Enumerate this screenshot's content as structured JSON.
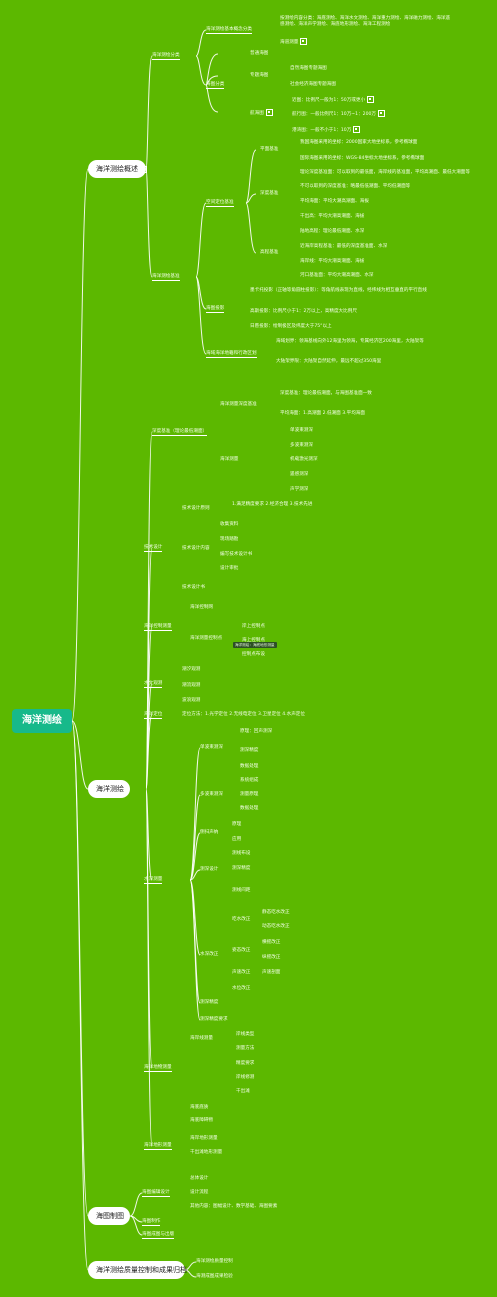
{
  "root": "海洋测绘",
  "branches": {
    "b1": "海洋测绘概述",
    "b2": "海洋测绘",
    "b3": "海图制图",
    "b4": "海洋测绘质量控制和成果归档"
  },
  "labels": {
    "n1": "海洋测绘分类",
    "n1a": "海洋测绘基本概念分类",
    "n1a1": "按测绘内容分类：海底测绘、海洋水文测绘、海洋重力测绘、海洋磁力测绘、海洋遥感测绘、海洋声学测绘、海底地形测绘、海洋工程测绘",
    "n1a2": "海道测量",
    "n1b": "海图分类",
    "n1b1": "普通海图",
    "n1b2": "专题海图",
    "n1b2a": "自然海图专题海图",
    "n1b2b": "社会经济海图专题海图",
    "n1b3": "航海图",
    "n1b3a": "近图：比例尺一般为1：50万或更小",
    "n1b3b": "航行图：一般比例尺1：10万~1：200万",
    "n1b3c": "港湾图：一般不小于1：10万",
    "n2": "海洋测绘基准",
    "n2a": "空间定位基准",
    "n2a1": "平面基准",
    "n2a1a": "我国海图采用的坐标：2000国家大地坐标系，参考椭球面",
    "n2a1b": "国际海图采用的坐标：WGS-84坐标大地坐标系，参考椭球面",
    "n2a2": "深度基准",
    "n2a2a": "理论深度基准面：可以取到的最低面，海岸线的基准面，平均高潮面、最低大潮面等",
    "n2a2b": "不可以取到的深度基准：略最低低潮面、平均低潮面等",
    "n2a2c": "平均海面：平均大潮高潮面、海拔",
    "n2a2d": "干出高：平均大潮高潮面、海拔",
    "n2a3": "高程基准",
    "n2a3a": "陆地高程：理论最低潮面、水深",
    "n2a3b": "近海岸高程基准：最低的深度基准面、水深",
    "n2a3c": "海岸线：平均大潮高潮面、海拔",
    "n2a3d": "河口基准面：平均大潮高潮面、水深",
    "n2b": "海图投影",
    "n2b1": "墨卡托投影（正轴等角圆柱投影）：等角航线表现为直线，经纬线为相互垂直的平行直线",
    "n2b2": "高斯投影：比例尺小于1：2万以上，高精度大比例尺",
    "n2b3": "日晷投影：绘制极区及纬度大于75°以上",
    "n2c": "海域海洋地籍和行政区划",
    "n2c1": "海域划界：领海基线向外12海里为领海，专属经济区200海里，大陆架等",
    "n2c2": "大陆架界限：大陆架自然延伸，最远不超过350海里",
    "n3": "深度基准（理论最低潮面）",
    "n3a": "海洋测量深度基准",
    "n3a1": "深度基准：理论最低潮面，与海图基准面一致",
    "n3a2": "平均海面：1.高潮面 2.低潮面 3.平均海面",
    "n3b": "海洋测量",
    "n3b1": "单波束测深",
    "n3b2": "多波束测深",
    "n3b3": "机载激光测深",
    "n3b4": "遥感测深",
    "n3b5": "声学测深",
    "n4": "技术设计",
    "n4a": "技术设计原则",
    "n4a1": "1.满足精度要求 2.经济合理 3.技术先进",
    "n4b": "技术设计内容",
    "n4b1": "收集资料",
    "n4b2": "现场踏勘",
    "n4b3": "编写技术设计书",
    "n4b4": "设计审批",
    "n4c": "技术设计书",
    "n5": "海洋控制测量",
    "n5a": "海洋控制网",
    "n5b": "海洋测量控制点",
    "n5b1": "岸上控制点",
    "n5b2": "海上控制点",
    "n5b3": "控制点布设",
    "n6": "水文观测",
    "n6a": "潮汐观测",
    "n6b": "潮流观测",
    "n6c": "波浪观测",
    "n7": "海洋定位",
    "n7a": "定位方法：1.光学定位 2.无线电定位 3.卫星定位 4.水声定位",
    "n8": "水深测量",
    "n8a": "单波束测深",
    "n8a1": "原理：回声测深",
    "n8a2": "测深精度",
    "n8a3": "数据处理",
    "n8b": "多波束测深",
    "n8b1": "系统组成",
    "n8b2": "测量原理",
    "n8b3": "数据处理",
    "n8c": "侧扫声纳",
    "n8c1": "原理",
    "n8c2": "应用",
    "n8d": "测深设计",
    "n8d1": "测线布设",
    "n8d2": "测深精度",
    "n8d3": "测线间距",
    "n8e": "水深改正",
    "n8e1": "吃水改正",
    "n8e1a": "静态吃水改正",
    "n8e1b": "动态吃水改正",
    "n8e2": "姿态改正",
    "n8e2a": "横摇改正",
    "n8e2b": "纵摇改正",
    "n8e3": "声速改正",
    "n8e3a": "声速剖面",
    "n8e4": "水位改正",
    "n8f": "测深精度",
    "n8g": "测深精度要求",
    "n9": "海洋地物测量",
    "n9a": "海岸线测量",
    "n9a1": "岸线类型",
    "n9a2": "测量方法",
    "n9a3": "精度要求",
    "n9a4": "岸线修测",
    "n9a5": "干出滩",
    "n9b": "海底底质",
    "n9c": "海底障碍物",
    "n10": "海洋地形测量",
    "n10a": "海岸地形测量",
    "n10b": "干出滩地形测量",
    "n11": "海图编辑设计",
    "n11a": "总体设计",
    "n11b": "设计流程",
    "n11c": "其他内容：图幅设计、数学基础、海图要素",
    "n12": "海图制作",
    "n13": "海图成图与出版",
    "n14": "海洋测绘质量控制",
    "n15": "海测成图成果检验"
  },
  "tooltip": "海洋测绘：海底地形测量",
  "colors": {
    "background": "#5cb800",
    "root": "#17b98a",
    "branch": "#ffffff",
    "line": "#ffffff"
  }
}
